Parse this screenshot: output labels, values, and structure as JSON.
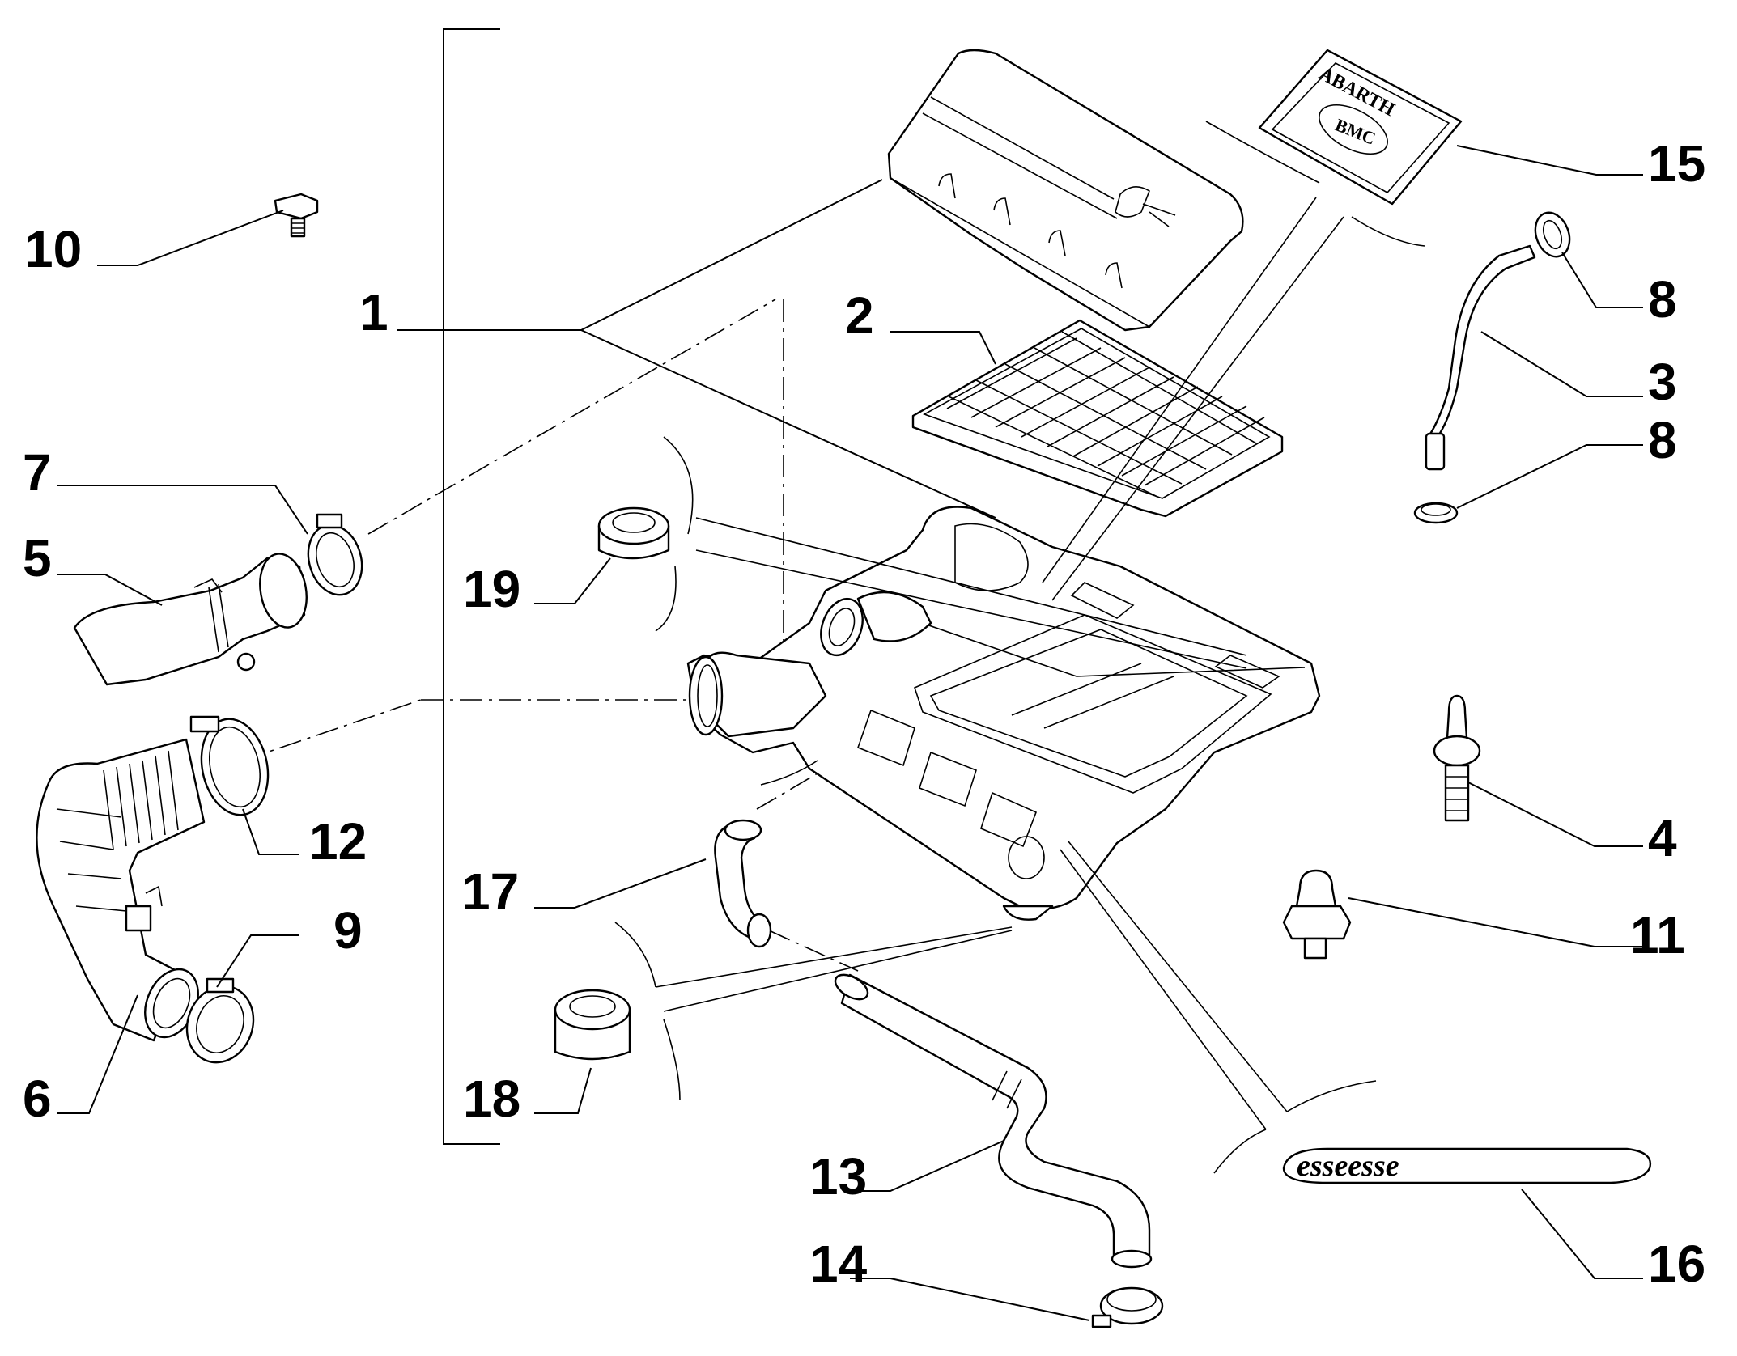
{
  "callouts": [
    {
      "id": "1",
      "label": "1"
    },
    {
      "id": "2",
      "label": "2"
    },
    {
      "id": "3",
      "label": "3"
    },
    {
      "id": "4",
      "label": "4"
    },
    {
      "id": "5",
      "label": "5"
    },
    {
      "id": "6",
      "label": "6"
    },
    {
      "id": "7",
      "label": "7"
    },
    {
      "id": "8a",
      "label": "8"
    },
    {
      "id": "8b",
      "label": "8"
    },
    {
      "id": "9",
      "label": "9"
    },
    {
      "id": "10",
      "label": "10"
    },
    {
      "id": "11",
      "label": "11"
    },
    {
      "id": "12",
      "label": "12"
    },
    {
      "id": "13",
      "label": "13"
    },
    {
      "id": "14",
      "label": "14"
    },
    {
      "id": "15",
      "label": "15"
    },
    {
      "id": "16",
      "label": "16"
    },
    {
      "id": "17",
      "label": "17"
    },
    {
      "id": "18",
      "label": "18"
    },
    {
      "id": "19",
      "label": "19"
    }
  ],
  "decal": {
    "brand": "ABARTH",
    "filter_brand": "BMC"
  },
  "badge": {
    "text": "esseesse"
  }
}
